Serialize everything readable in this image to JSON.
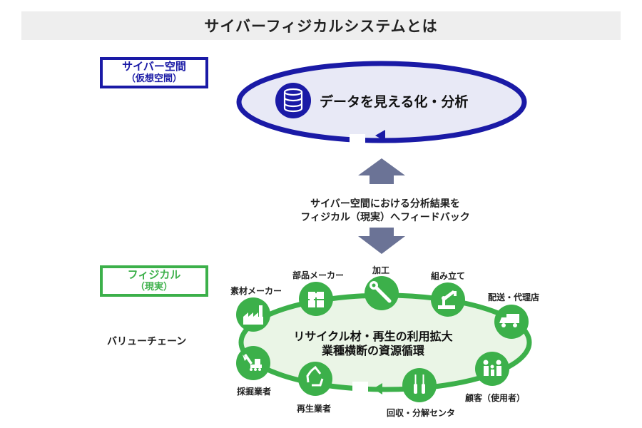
{
  "title": "サイバーフィジカルシステムとは",
  "cyber_label": {
    "line1": "サイバー空間",
    "line2": "（仮想空間）"
  },
  "physical_label": {
    "line1": "フィジカル",
    "line2": "（現実）"
  },
  "cyber_process": "データを見える化・分析",
  "feedback": {
    "line1": "サイバー空間における分析結果を",
    "line2": "フィジカル（現実）へフィードバック"
  },
  "value_chain_label": "バリューチェーン",
  "center": {
    "line1": "リサイクル材・再生の利用拡大",
    "line2": "業種横断の資源循環"
  },
  "nodes": [
    {
      "label": "素材メーカー",
      "icon": "factory-icon"
    },
    {
      "label": "部品メーカー",
      "icon": "puzzle-icon"
    },
    {
      "label": "加工",
      "icon": "wrench-icon"
    },
    {
      "label": "組み立て",
      "icon": "robot-arm-icon"
    },
    {
      "label": "配送・代理店",
      "icon": "truck-icon"
    },
    {
      "label": "顧客（使用者）",
      "icon": "people-icon"
    },
    {
      "label": "回収・分解センタ",
      "icon": "screwdriver-icon"
    },
    {
      "label": "再生業者",
      "icon": "recycle-icon"
    },
    {
      "label": "採掘業者",
      "icon": "excavator-icon"
    }
  ],
  "colors": {
    "cyber": "#1a1aa6",
    "physical": "#3cb04a",
    "arrow": "#6b7396",
    "cyber_fill": "#e8e9f6",
    "physical_fill": "#eaf5e6"
  }
}
